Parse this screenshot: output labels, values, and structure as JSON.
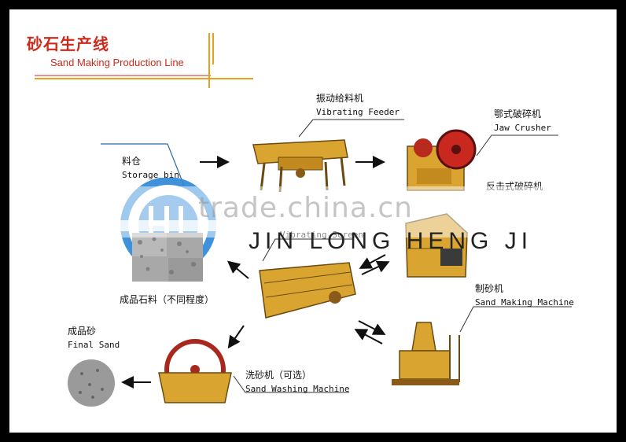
{
  "header": {
    "title_cn": "砂石生产线",
    "title_en": "Sand Making Production Line"
  },
  "stages": {
    "storage_bin": {
      "cn": "料仓",
      "en": "Storage bin"
    },
    "feeder": {
      "cn": "振动给料机",
      "en": "Vibrating Feeder"
    },
    "jaw_crusher": {
      "cn": "鄂式破碎机",
      "en": "Jaw Crusher"
    },
    "impact_crusher": {
      "cn": "反击式破碎机"
    },
    "screen": {
      "en": "Vibrating Screen"
    },
    "sand_maker": {
      "cn": "制砂机",
      "en": "Sand Making Machine"
    },
    "washer": {
      "cn": "洗砂机（可选）",
      "en": "Sand Washing Machine"
    },
    "final_sand": {
      "cn": "成品砂",
      "en": "Final Sand"
    },
    "finished_stone": {
      "cn": "成品石料（不同程度）"
    }
  },
  "watermark": {
    "text": "trade.china.cn",
    "company": "JIN LONG HENG JI"
  },
  "colors": {
    "accent_red": "#cc2a1a",
    "line_orange": "#e8a020",
    "machine_yellow": "#d9a530",
    "logo_blue": "#2a86d6"
  }
}
